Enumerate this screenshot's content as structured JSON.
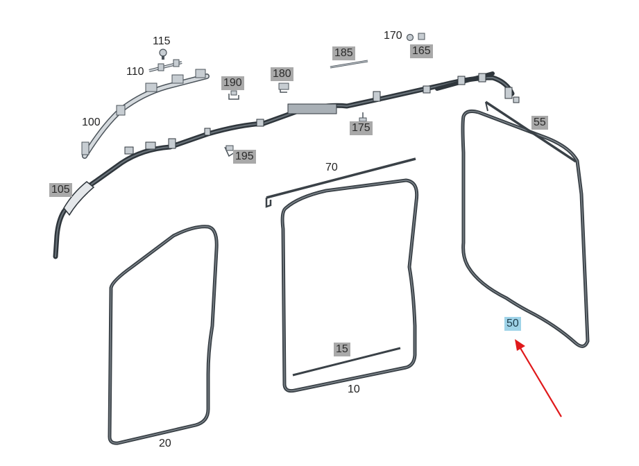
{
  "colors": {
    "seal": "#3a4147",
    "part_light": "#c7cdd2",
    "part_dark": "#4b535a",
    "label_box": "#a9a9a9",
    "highlight": "#9fd3e8",
    "arrow": "#e0191b"
  },
  "labels": {
    "l115": "115",
    "l110": "110",
    "l100": "100",
    "l105": "105",
    "l190": "190",
    "l180": "180",
    "l195": "195",
    "l185": "185",
    "l170": "170",
    "l165": "165",
    "l175": "175",
    "l55": "55",
    "l70": "70",
    "l50": "50",
    "l15": "15",
    "l10": "10",
    "l20": "20"
  },
  "highlighted_part": "50"
}
